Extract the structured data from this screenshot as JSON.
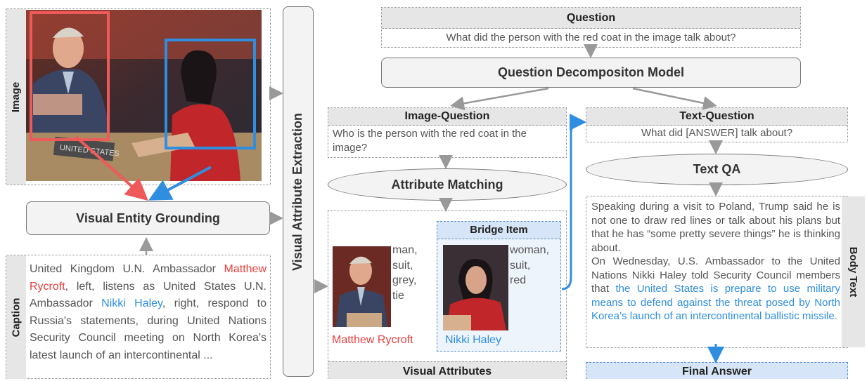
{
  "labels": {
    "image": "Image",
    "caption": "Caption",
    "visual_attribute_extraction": "Visual Attribute Extraction",
    "body_text": "Body Text"
  },
  "caption": {
    "part1": "United Kingdom U.N. Ambassador ",
    "name1": "Matthew Rycroft",
    "part2": ", left, listens as United States U.N. Ambassador ",
    "name2": "Nikki Haley",
    "part3": ", right, respond to Russia's statements, during United Nations Security Council meeting on North Korea's latest launch of an intercontinental ..."
  },
  "grounding": {
    "label": "Visual Entity Grounding"
  },
  "question": {
    "header": "Question",
    "text": "What did the person with the red coat in the image talk about?"
  },
  "decomposition": {
    "label": "Question Decompositon Model"
  },
  "image_question": {
    "header": "Image-Question",
    "text": "Who is the person with the red coat in the image?"
  },
  "attribute_matching": {
    "label": "Attribute Matching"
  },
  "visual_attributes": {
    "footer": "Visual Attributes",
    "person1": {
      "name": "Matthew Rycroft",
      "attrs": "man,\nsuit,\ngrey,\ntie"
    },
    "bridge_header": "Bridge Item",
    "person2": {
      "name": "Nikki Haley",
      "attrs": "woman,\nsuit,\nred"
    }
  },
  "text_question": {
    "header": "Text-Question",
    "text": "What did [ANSWER] talk about?"
  },
  "text_qa": {
    "label": "Text QA"
  },
  "body_text": {
    "plain": "Speaking during a visit to Poland, Trump said he is not one to draw red lines or talk about his plans but that he has “some pretty severe things” he is thinking about.\nOn Wednesday, U.S. Ambassador to the United Nations Nikki Haley told Security Council members that ",
    "highlight": "the United States is prepare to use military means to defend against the threat posed by North Korea’s launch of an intercontinental ballistic missile."
  },
  "final_answer": {
    "label": "Final Answer"
  },
  "colors": {
    "red": "#e8413e",
    "blue": "#2f8ee0",
    "gray_arrow": "#999999",
    "band": "#e6e6e6",
    "bridge_bg": "#eef4fc",
    "final_bg": "#d6e6f8"
  },
  "icons": [
    "person-photo-male",
    "person-photo-female"
  ]
}
